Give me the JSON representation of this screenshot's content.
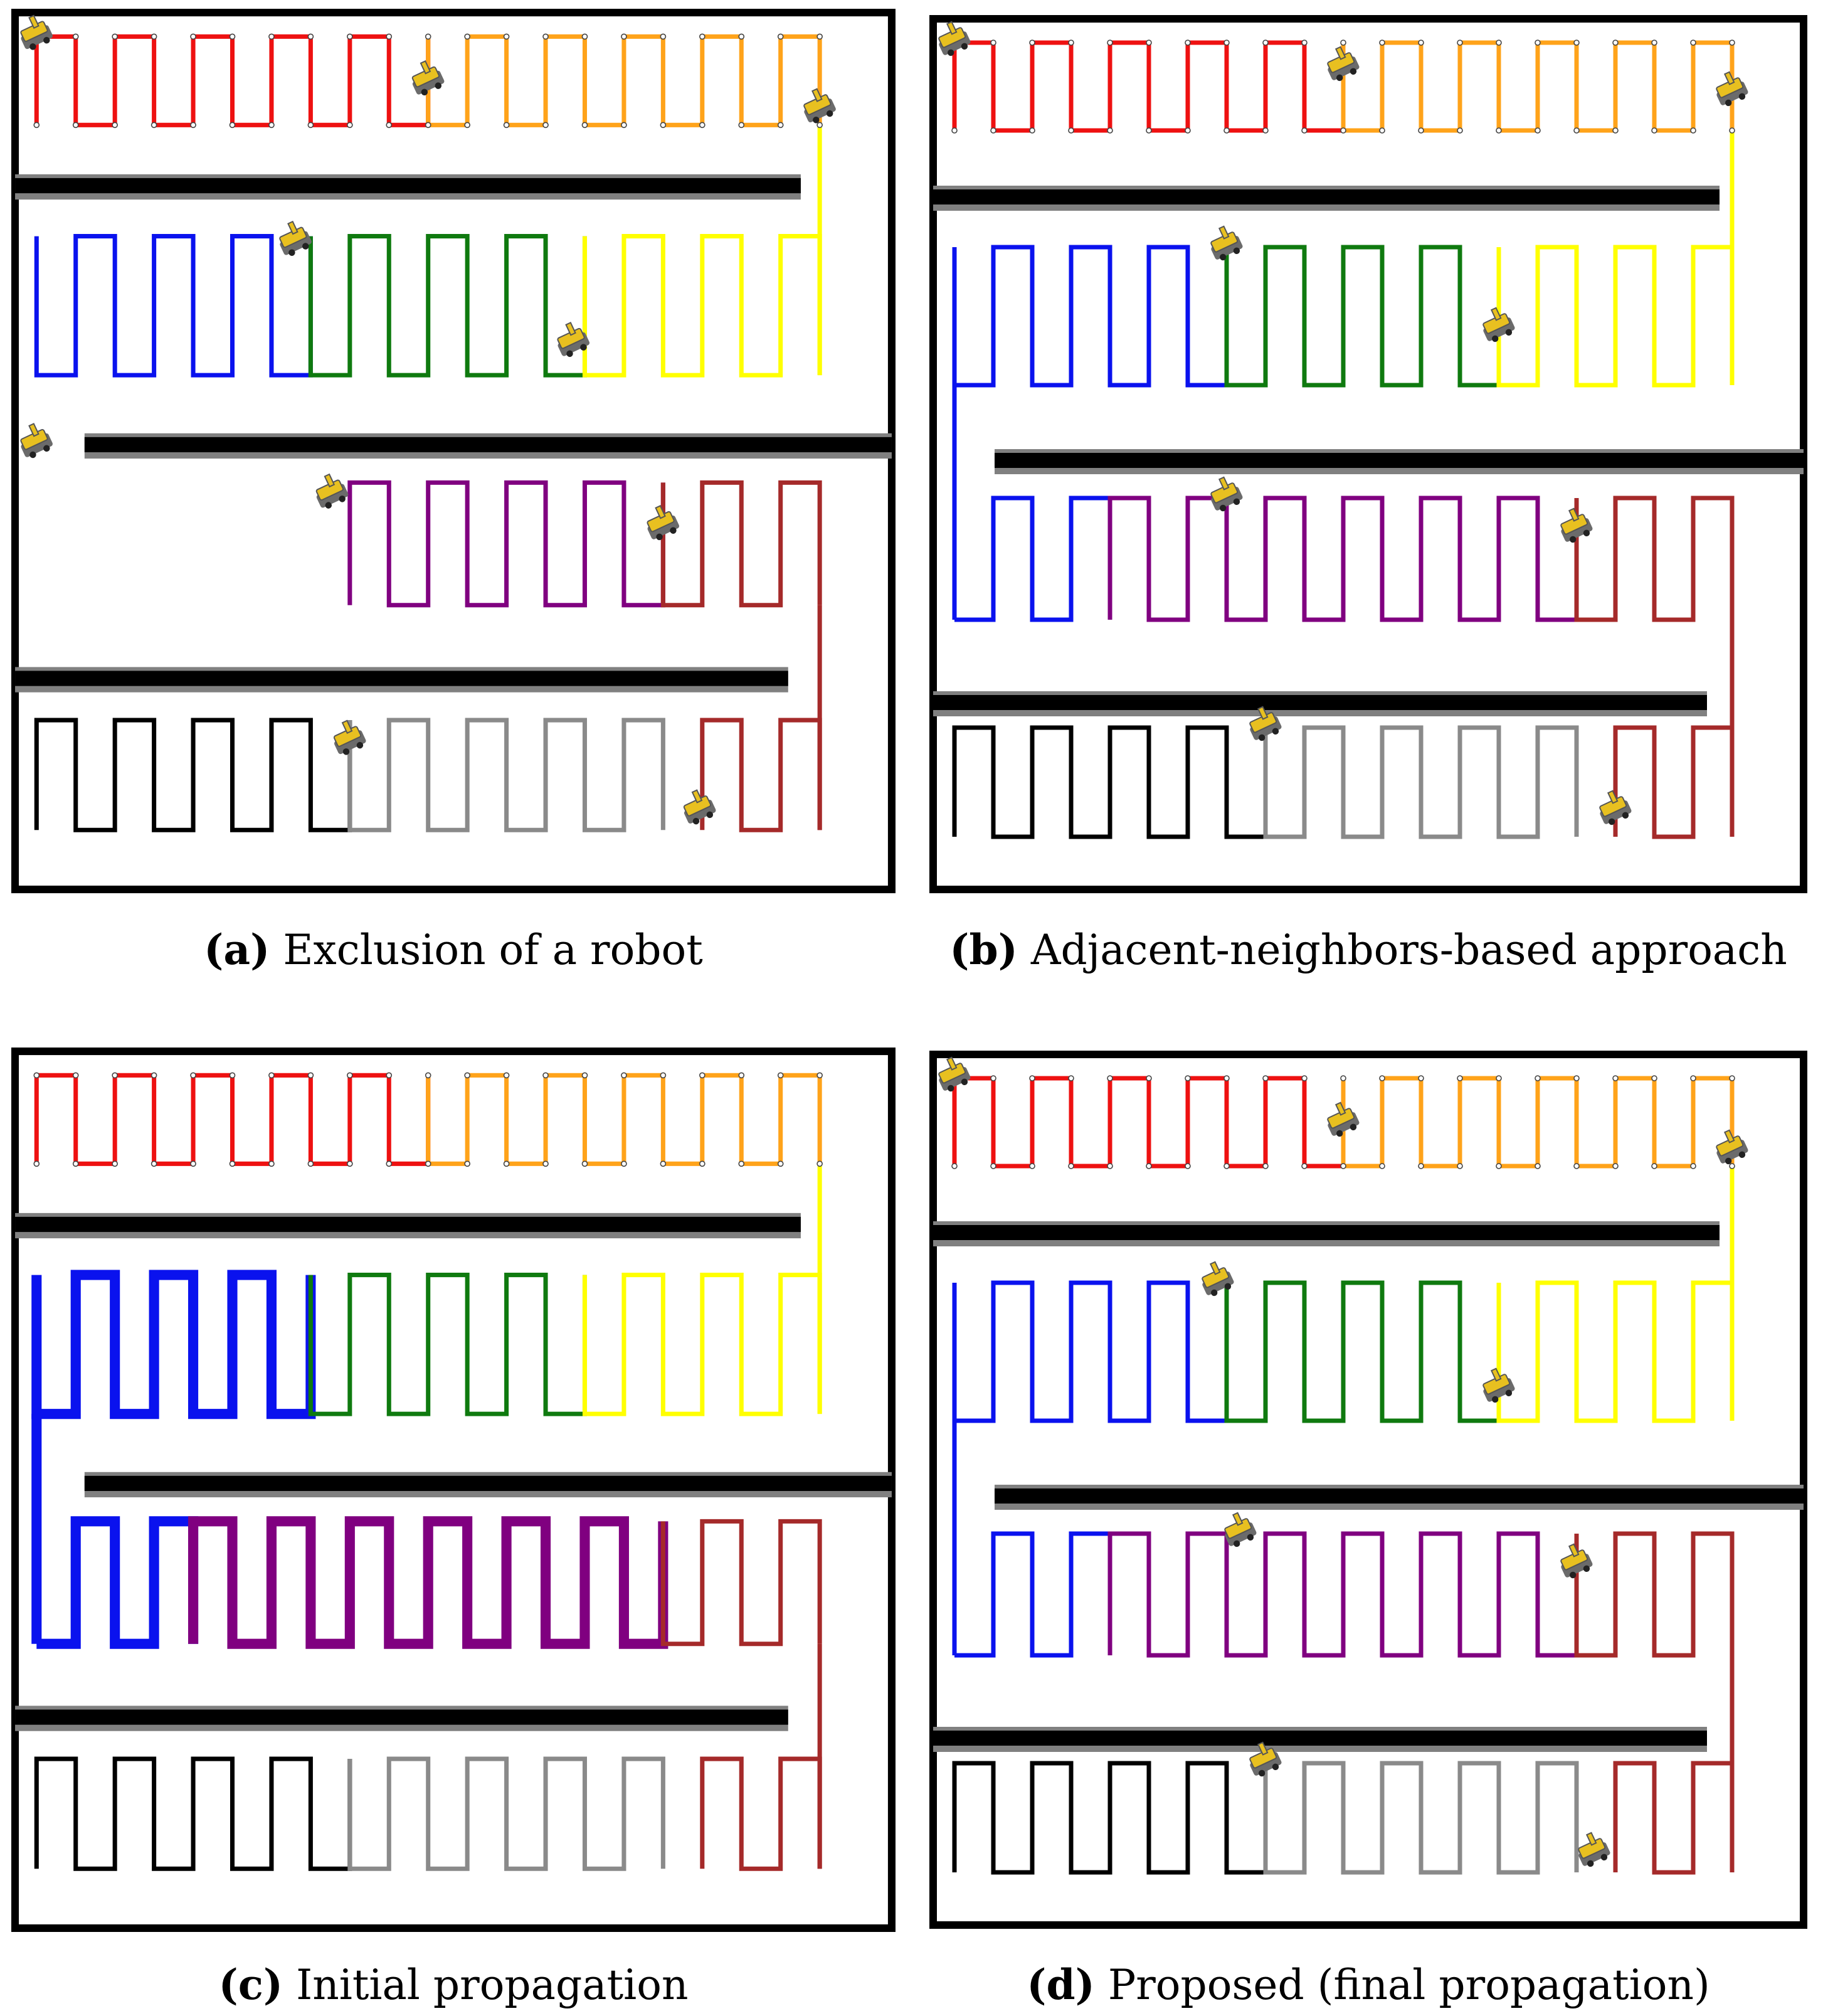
{
  "figure": {
    "panels": [
      {
        "id": "a",
        "label": "(a)",
        "caption": "Exclusion of a robot"
      },
      {
        "id": "b",
        "label": "(b)",
        "caption": "Adjacent-neighbors-based approach"
      },
      {
        "id": "c",
        "label": "(c)",
        "caption": "Initial propagation"
      },
      {
        "id": "d",
        "label": "(d)",
        "caption": "Proposed (final propagation)"
      }
    ],
    "colors": {
      "red": "#ee1111",
      "orange": "#ffa31a",
      "yellow": "#ffff00",
      "blue": "#0a12ee",
      "green": "#0f7a0f",
      "purple": "#800080",
      "brown": "#a52a2a",
      "black": "#000000",
      "gray": "#8a8a8a",
      "wall": "#000000",
      "wall_shadow": "#808080",
      "robot": "#e8c020"
    },
    "icons": [
      "robot-icon"
    ]
  }
}
